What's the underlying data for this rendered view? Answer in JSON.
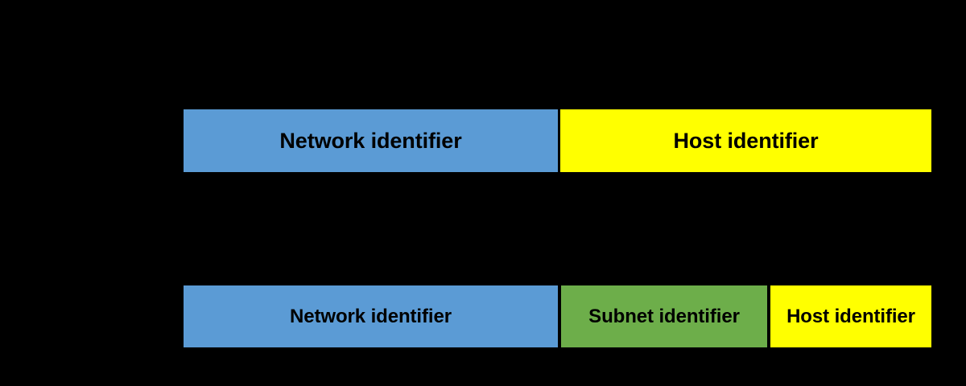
{
  "diagram": {
    "background_color": "#000000",
    "text_color": "#000000",
    "palette": {
      "network": "#5B9BD5",
      "subnet": "#6DAE4A",
      "host": "#FFFF00"
    },
    "rows": [
      {
        "name": "classful-address",
        "segments": [
          {
            "label": "Network identifier",
            "color": "#5B9BD5"
          },
          {
            "label": "Host identifier",
            "color": "#FFFF00"
          }
        ]
      },
      {
        "name": "subnetted-address",
        "segments": [
          {
            "label": "Network identifier",
            "color": "#5B9BD5"
          },
          {
            "label": "Subnet identifier",
            "color": "#6DAE4A"
          },
          {
            "label": "Host identifier",
            "color": "#FFFF00"
          }
        ]
      }
    ]
  }
}
